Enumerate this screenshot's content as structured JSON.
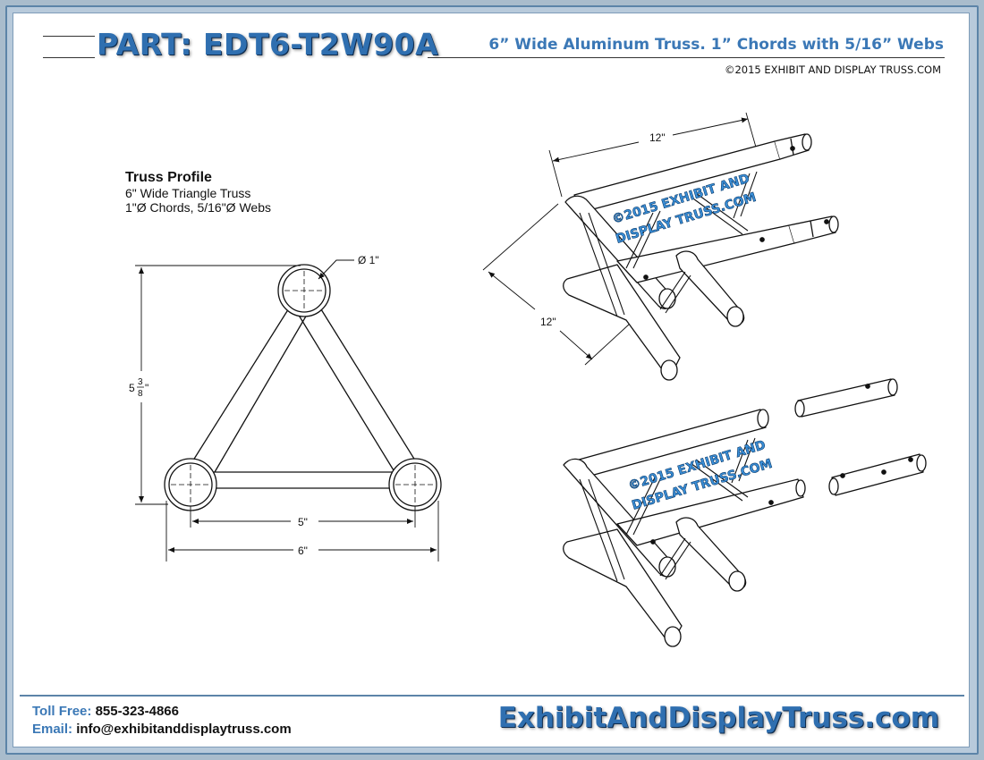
{
  "header": {
    "part_title": "PART: EDT6-T2W90A",
    "subtitle": "6” Wide Aluminum Truss. 1” Chords with 5/16” Webs",
    "copyright": "©2015 EXHIBIT AND DISPLAY TRUSS.COM"
  },
  "profile": {
    "heading": "Truss  Profile",
    "line1": "6\" Wide Triangle Truss",
    "line2": "1\"Ø Chords, 5/16\"Ø Webs",
    "dim_chord": "Ø 1\"",
    "dim_height_whole": "5",
    "dim_height_num": "3",
    "dim_height_den": "8",
    "dim_height_unit": "\"",
    "dim_inner_width": "5\"",
    "dim_outer_width": "6\""
  },
  "iso_top": {
    "dim_length": "12\"",
    "dim_width": "12\"",
    "watermark_line1": "©2015 EXHIBIT AND",
    "watermark_line2": "DISPLAY TRUSS.COM"
  },
  "iso_bottom": {
    "watermark_line1": "©2015 EXHIBIT AND",
    "watermark_line2": "DISPLAY TRUSS.COM"
  },
  "footer": {
    "toll_free_label": "Toll Free:",
    "toll_free_value": "855-323-4866",
    "email_label": "Email:",
    "email_value": "info@exhibitanddisplaytruss.com",
    "brand": "ExhibitAndDisplayTruss.com"
  },
  "colors": {
    "accent": "#2f6fb0",
    "frame": "#5c84a8",
    "line": "#111111"
  }
}
